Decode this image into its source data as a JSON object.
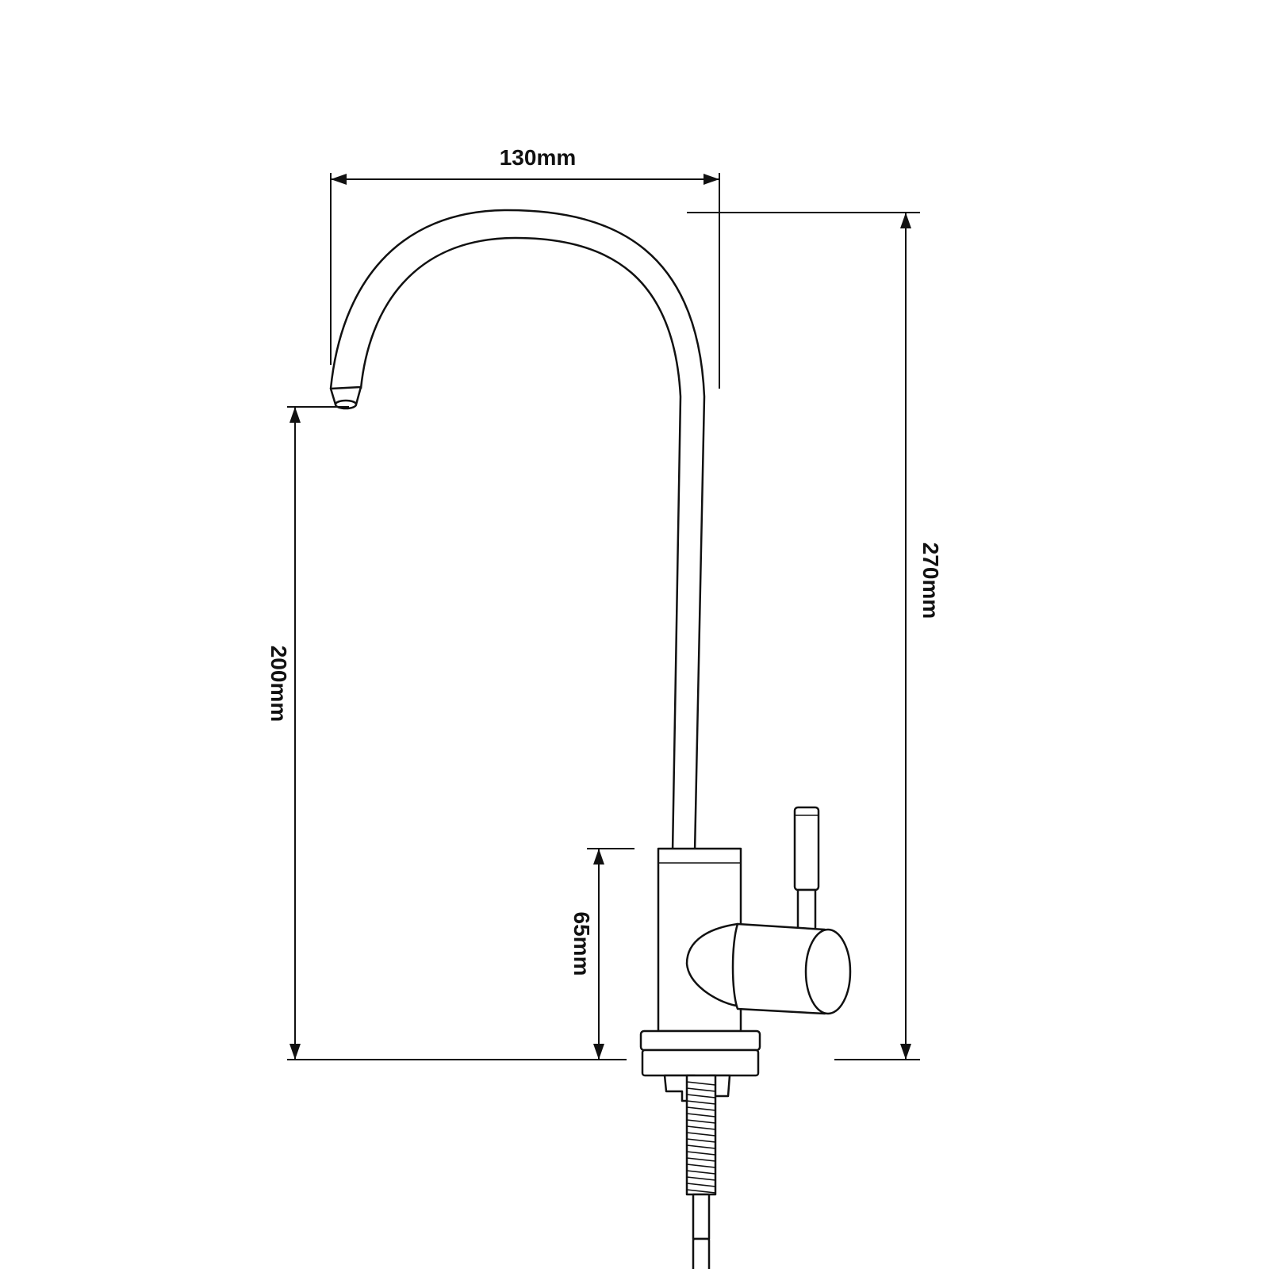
{
  "dimensions": {
    "spout_reach": "130mm",
    "total_height": "270mm",
    "spout_height": "200mm",
    "body_height": "65mm"
  },
  "colors": {
    "line": "#111111",
    "background": "#ffffff"
  }
}
